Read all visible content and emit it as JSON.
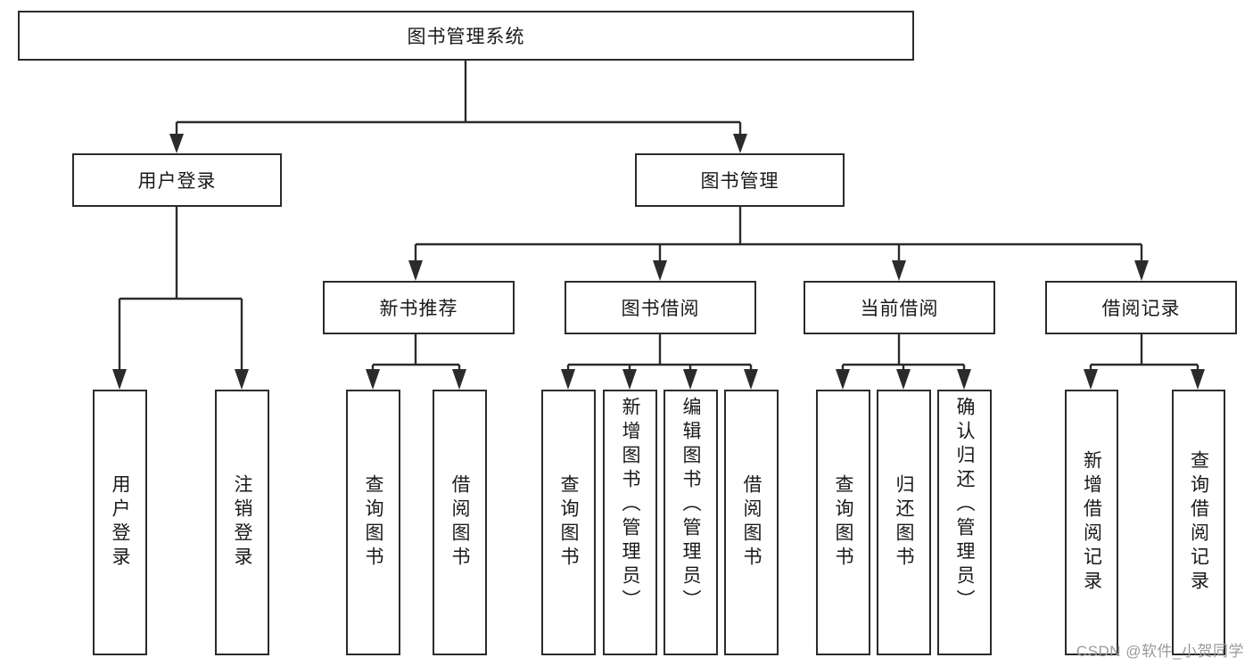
{
  "diagram": {
    "title": "图书管理系统",
    "watermark": "CSDN @软件_小贺同学",
    "colors": {
      "stroke": "#2b2b2b",
      "fill": "#ffffff",
      "text": "#1a1a1a",
      "watermark": "#9a9a9a"
    },
    "levels": {
      "root": {
        "label": "图书管理系统"
      },
      "level2": [
        {
          "label": "用户登录"
        },
        {
          "label": "图书管理"
        }
      ],
      "level3": [
        {
          "label": "新书推荐"
        },
        {
          "label": "图书借阅"
        },
        {
          "label": "当前借阅"
        },
        {
          "label": "借阅记录"
        }
      ],
      "leaves": {
        "user_login": [
          {
            "label": "用户登录"
          },
          {
            "label": "注销登录"
          }
        ],
        "new_book_recommend": [
          {
            "label": "查询图书"
          },
          {
            "label": "借阅图书"
          }
        ],
        "book_borrow": [
          {
            "label": "查询图书"
          },
          {
            "label": "新增图书（管理员）"
          },
          {
            "label": "编辑图书（管理员）"
          },
          {
            "label": "借阅图书"
          }
        ],
        "current_borrow": [
          {
            "label": "查询图书"
          },
          {
            "label": "归还图书"
          },
          {
            "label": "确认归还（管理员）"
          }
        ],
        "borrow_record": [
          {
            "label": "新增借阅记录"
          },
          {
            "label": "查询借阅记录"
          }
        ]
      }
    }
  }
}
